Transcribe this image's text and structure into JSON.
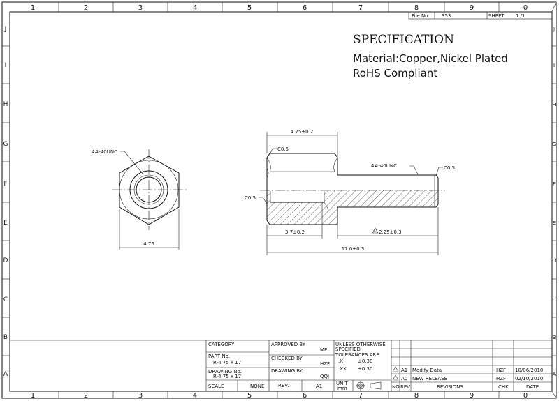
{
  "ruler": {
    "columns": [
      "1",
      "2",
      "3",
      "4",
      "5",
      "6",
      "7",
      "8",
      "9",
      "0"
    ],
    "rows": [
      "J",
      "I",
      "H",
      "G",
      "F",
      "E",
      "D",
      "C",
      "B",
      "A"
    ]
  },
  "header": {
    "file_label": "File No.",
    "file_no": "353",
    "sheet_label": "SHEET",
    "sheet_value": "1 /1"
  },
  "spec": {
    "title": "SPECIFICATION",
    "material": "Material:Copper,Nickel Plated",
    "rohs": "RoHS Compliant"
  },
  "front_view": {
    "thread_callout": "4#-40UNC",
    "width_dim": "4.76"
  },
  "side_view": {
    "hex_width": "4.75±0.2",
    "chamfer_top": "C0.5",
    "chamfer_left": "C0.5",
    "chamfer_right": "C0.5",
    "thread_callout": "4#-40UNC",
    "bore_depth": "3.7±0.2",
    "thread_length": "2.25±0.3",
    "rev_flag": "A1",
    "overall_length": "17.0±0.3"
  },
  "title_block": {
    "category_label": "CATEGORY",
    "part_label": "PART No.",
    "part_value": "R-4.75 x 17",
    "drawing_label": "DRAWING No.",
    "drawing_value": "R-4.75 x 17",
    "scale_label": "SCALE",
    "scale_value": "NONE",
    "approved_label": "APPROVED BY",
    "approved_value": "MEI",
    "checked_label": "CHECKED BY",
    "checked_value": "HZF",
    "drawn_label": "DRAWING BY",
    "drawn_value": "QQJ",
    "rev_label": "REV.",
    "rev_value": "A1",
    "tol_line1": "UNLESS OTHERWISE",
    "tol_line2": "SPECIFIED",
    "tol_line3": "TOLERANCES ARE",
    "tol_x": ".X",
    "tol_x_val": "±0.30",
    "tol_xx": ".XX",
    "tol_xx_val": "±0.30",
    "unit_label": "UNIT",
    "unit_value": "mm",
    "revisions": [
      {
        "no": "A1",
        "rev": "A1",
        "desc": "Modify Data",
        "chk": "HZF",
        "date": "10/06/2010"
      },
      {
        "no": "A0",
        "rev": "A0",
        "desc": "NEW RELEASE",
        "chk": "HZF",
        "date": "02/10/2010"
      }
    ],
    "rev_headers": {
      "no": "NO.",
      "rev": "REV.",
      "revisions": "REVISIONS",
      "chk": "CHK",
      "date": "DATE"
    }
  }
}
